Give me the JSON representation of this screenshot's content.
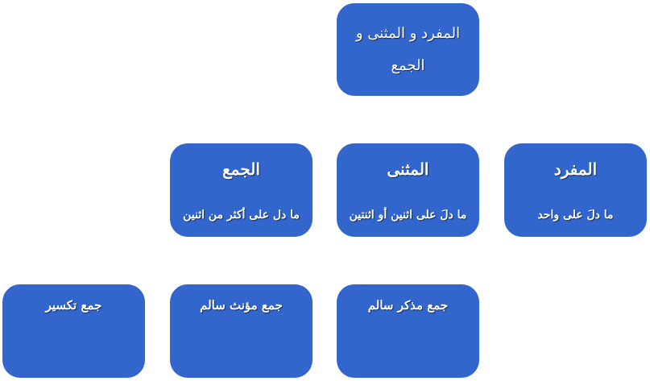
{
  "root": {
    "label": "المفرد و المثنى و الجمع"
  },
  "level2": {
    "mufrad": {
      "title": "المفرد",
      "desc": "ما دلَ على واحد"
    },
    "muthanna": {
      "title": "المثنى",
      "desc": "ما دلَ على اثنين أو اثنتين"
    },
    "jam": {
      "title": "الجمع",
      "desc": "ما دل على أكثر من اثنين"
    }
  },
  "level3": {
    "mudhakkar": {
      "title": "جمع مذكر سالم"
    },
    "muannath": {
      "title": "جمع مؤنث سالم"
    },
    "taksir": {
      "title": "جمع تكسير"
    }
  },
  "colors": {
    "node_fill": "#3366cc",
    "text": "#ffffff"
  }
}
